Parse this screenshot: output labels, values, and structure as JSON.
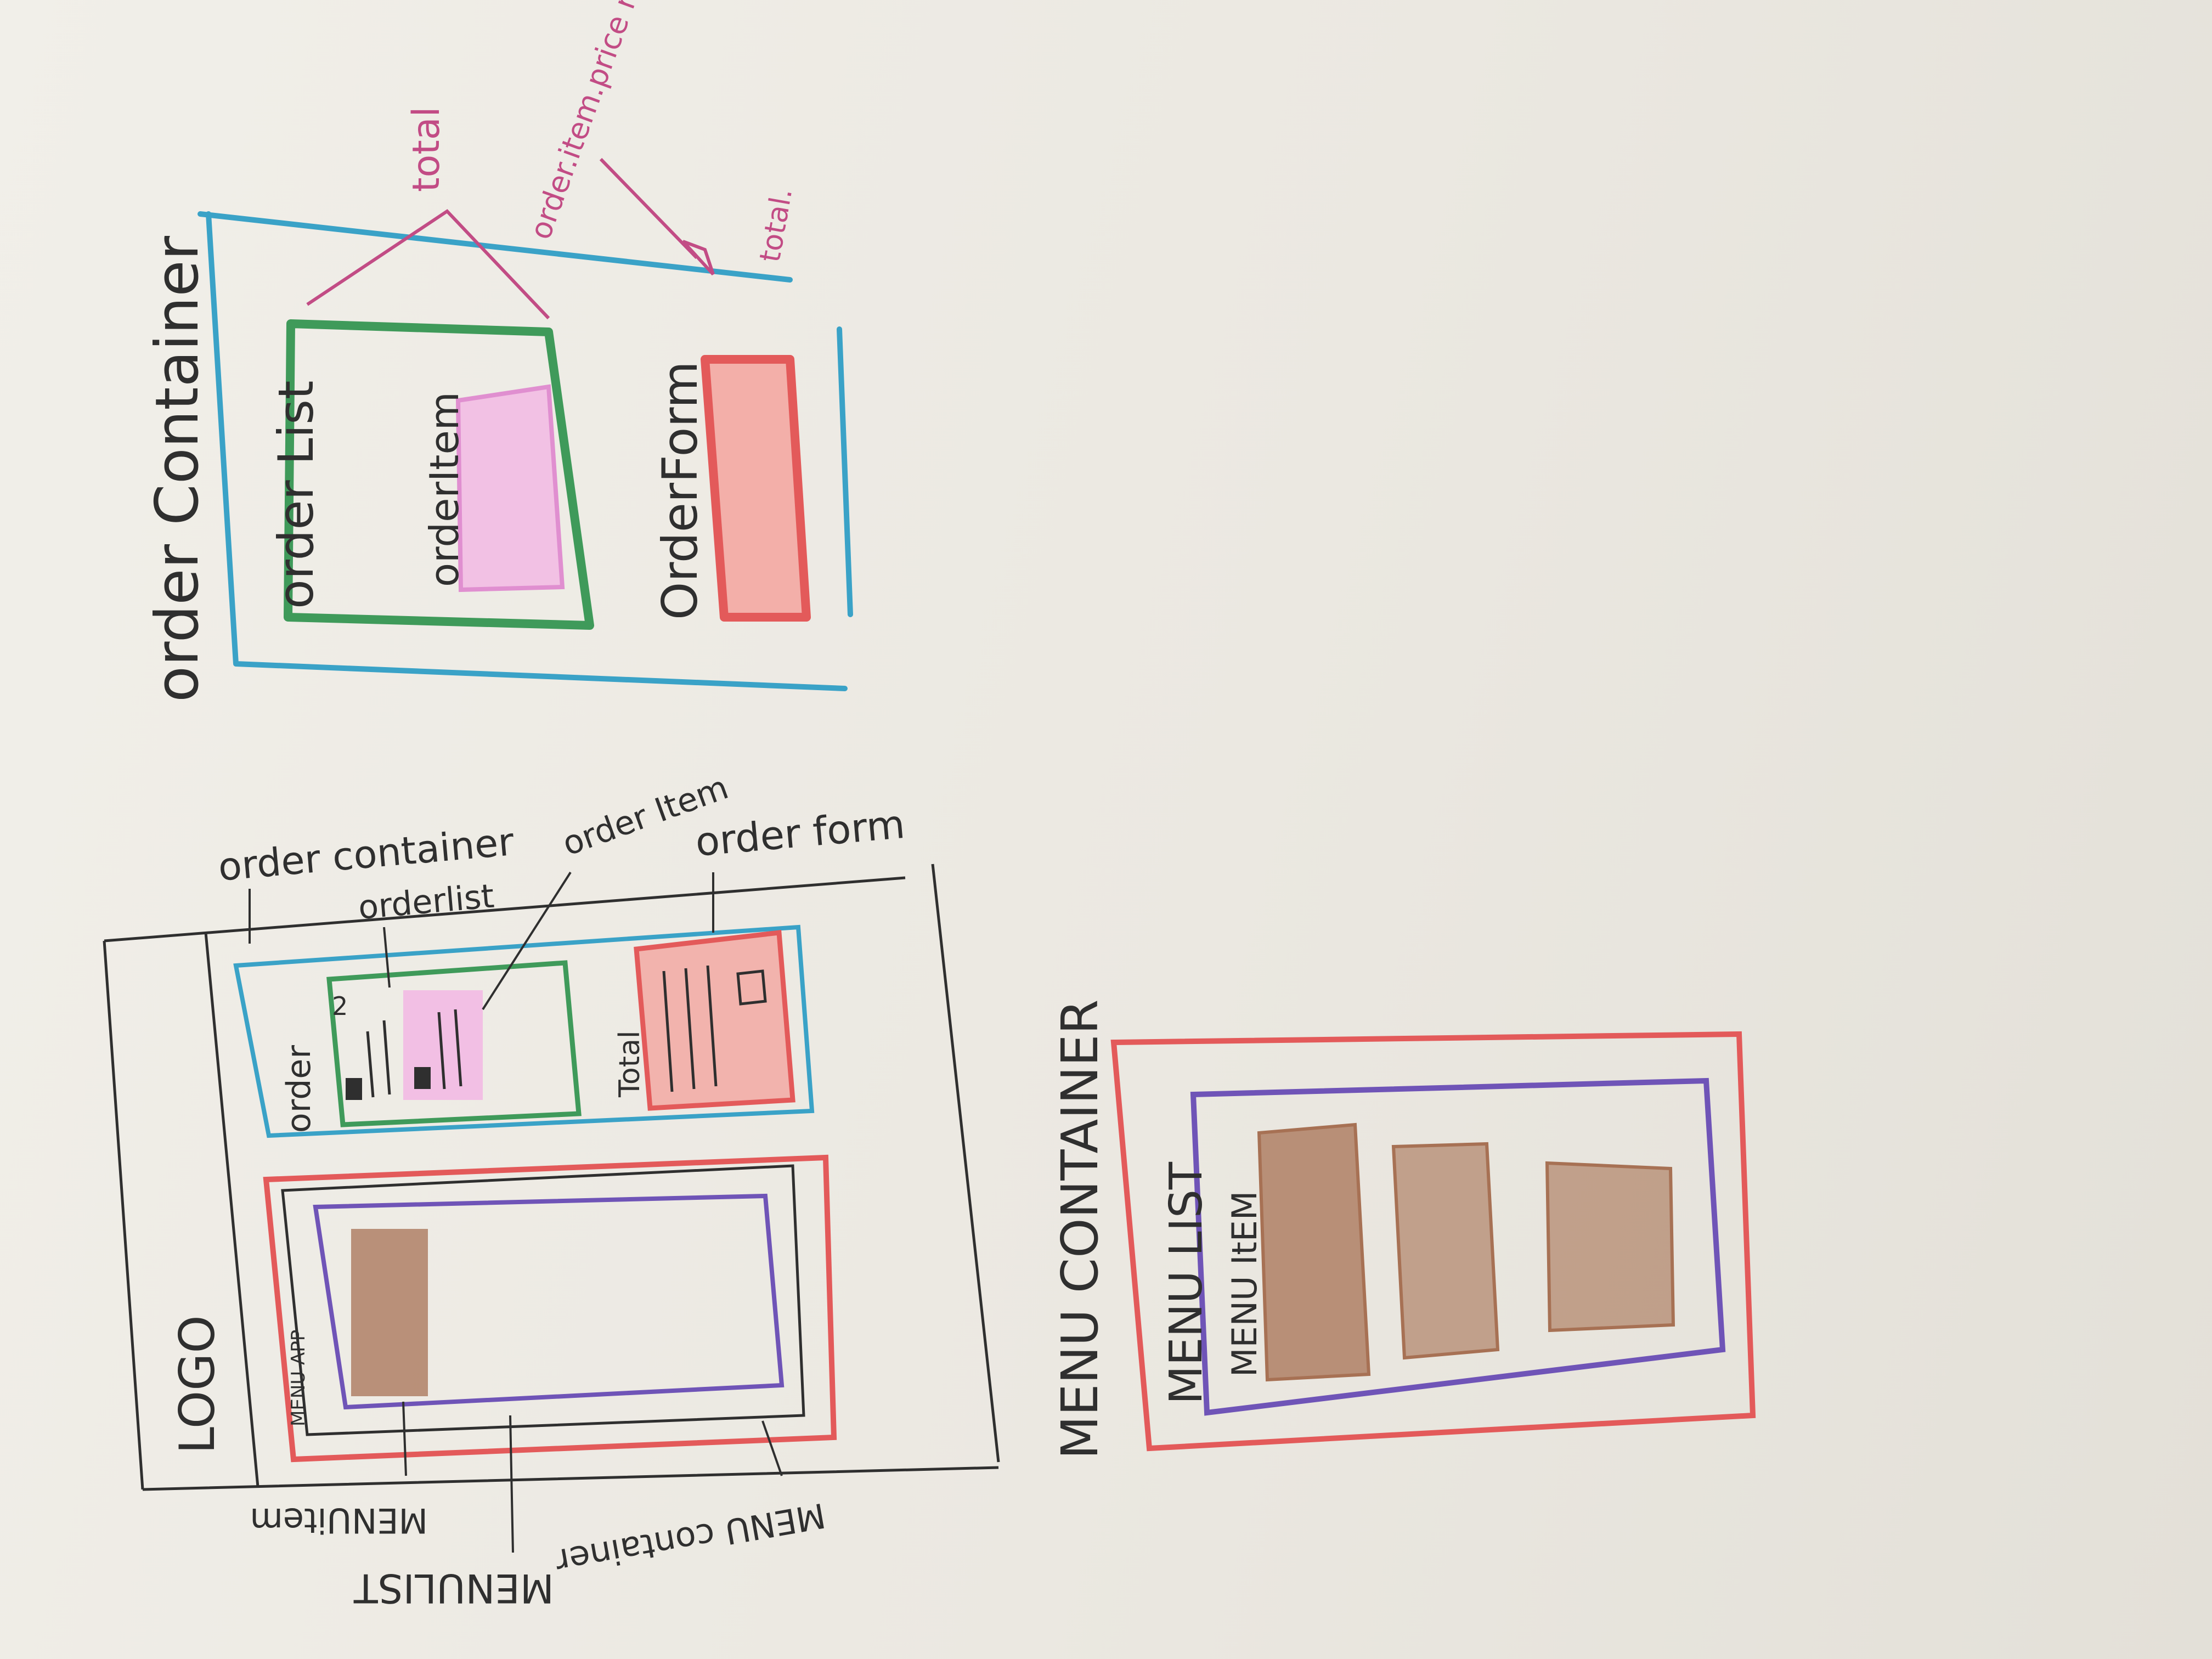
{
  "colors": {
    "pencil": "#2f2f2f",
    "blue": "#3aa2c7",
    "green": "#3f9a5a",
    "red": "#e35a5a",
    "pink": "#e08fd0",
    "pink_fill": "#f2b7e4",
    "red_fill": "#f3a59f",
    "brown": "#a77154",
    "purple": "#6f54b7",
    "magenta_note": "#c24c85"
  },
  "top_sketch": {
    "title": "order Container",
    "order_list_label": "order List",
    "order_item_label": "orderItem",
    "order_form_label": "OrderForm",
    "note_total": "total",
    "note_reduce": "order.item.price reduce()",
    "note_total_bottom": "total."
  },
  "wireframe": {
    "logo": "LOGO",
    "menu_app": "MENU APP",
    "order_heading": "order",
    "total_label": "Total",
    "qty_number": "2",
    "callout_order_container": "order container",
    "callout_order_list": "orderlist",
    "callout_order_item": "order Item",
    "callout_order_form": "order form",
    "callout_menu_item": "MENUitem",
    "callout_menu_list": "MENULIST",
    "callout_menu_container": "MENU container"
  },
  "bottom_sketch": {
    "title": "MENU CONTAINER",
    "menu_list_label": "MENU LIST",
    "menu_item_label": "MENU ItEM"
  }
}
